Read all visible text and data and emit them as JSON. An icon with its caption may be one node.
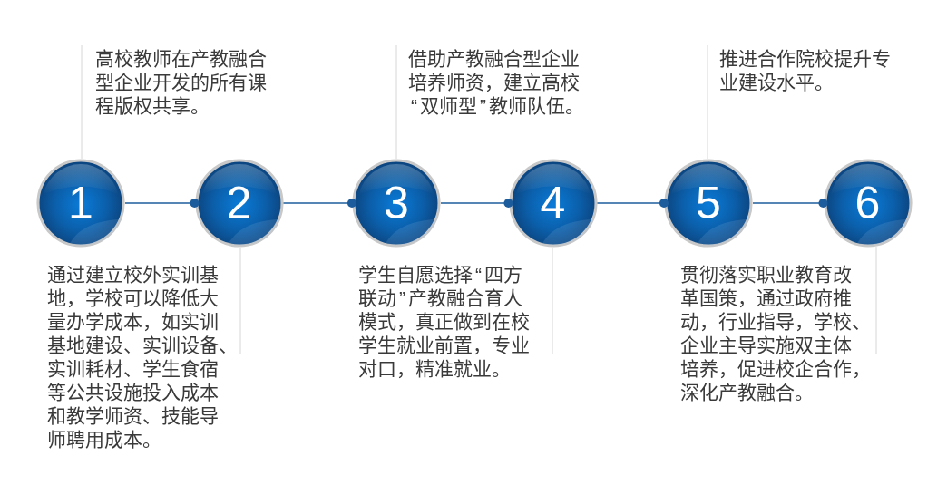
{
  "diagram": {
    "nodes": [
      {
        "text": [
          "1"
        ]
      },
      {
        "text": [
          "2"
        ]
      },
      {
        "text": [
          "3"
        ]
      },
      {
        "text": [
          "4"
        ]
      },
      {
        "text": [
          "5"
        ]
      },
      {
        "text": [
          "6"
        ]
      },
      {
        "text": [
          "高校教师在产教融合型企业开发的所有课程版权共享。"
        ]
      },
      {
        "text": [
          "通过建立校外实训基地，学校可以降低大量办学成本，如实训基地建设、实训设备、实训耗材、学生食宿等公共设施投入成本和教学师资、技能导师聘用成本。"
        ]
      },
      {
        "text": [
          "借助产教融合型企业培养师资，建立高校“双师型”教师队伍。"
        ]
      },
      {
        "text": [
          "学生自愿选择“四方联动”产教融合育人模式，真正做到在校学生就业前置，专业对口，精准就业。"
        ]
      },
      {
        "text": [
          "推进合作院校提升专业建设水平。"
        ]
      },
      {
        "text": [
          "贯彻落实职业教育改革国策，通过政府推动，行业指导，学校、企业主导实施双主体培养，促进校企合作，深化产教融合。"
        ]
      }
    ],
    "edges": [
      {
        "from": 0,
        "to": 1,
        "arrow": "other",
        "color": "#1c5c9c"
      },
      {
        "from": 1,
        "to": 2,
        "arrow": "other",
        "color": "#1c5c9c"
      },
      {
        "from": 2,
        "to": 3,
        "arrow": "other",
        "color": "#1c5c9c"
      },
      {
        "from": 3,
        "to": 4,
        "arrow": "other",
        "color": "#1c5c9c"
      },
      {
        "from": 4,
        "to": 5,
        "arrow": "other",
        "color": "#1c5c9c"
      },
      {
        "from": 6,
        "to": 0,
        "arrow": "none"
      },
      {
        "from": 7,
        "to": 1,
        "arrow": "none"
      },
      {
        "from": 8,
        "to": 2,
        "arrow": "none"
      },
      {
        "from": 9,
        "to": 3,
        "arrow": "none"
      },
      {
        "from": 10,
        "to": 4,
        "arrow": "none"
      },
      {
        "from": 11,
        "to": 5,
        "arrow": "none"
      }
    ]
  }
}
